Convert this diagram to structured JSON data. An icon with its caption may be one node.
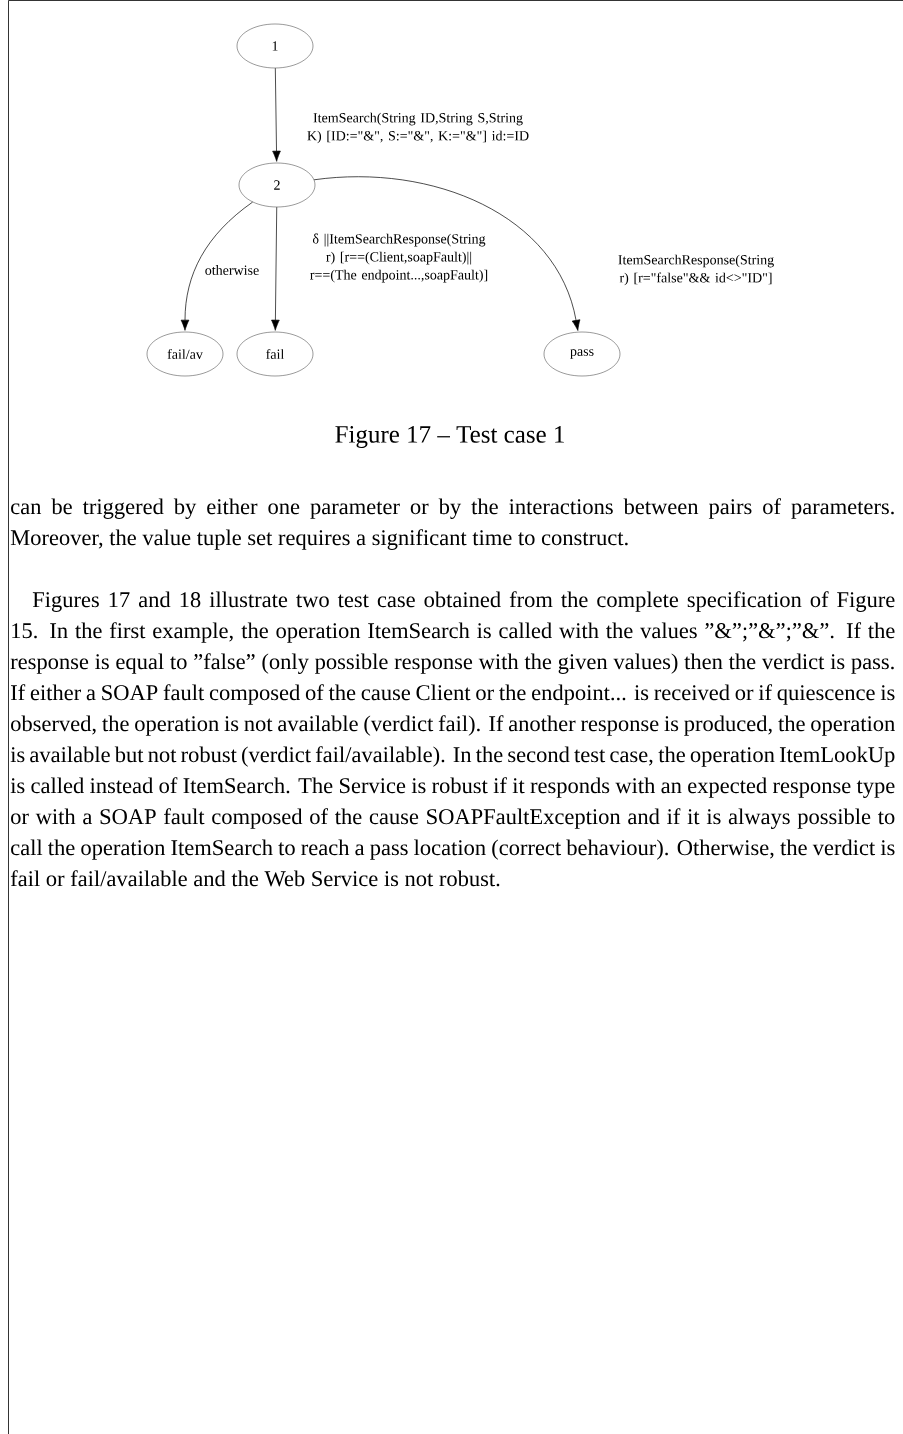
{
  "diagram": {
    "caption": "Figure 17 – Test case 1",
    "nodes": [
      {
        "text": [
          "1"
        ]
      },
      {
        "text": [
          "2"
        ]
      },
      {
        "text": [
          "fail/av"
        ]
      },
      {
        "text": [
          "fail"
        ]
      },
      {
        "text": [
          "pass"
        ]
      }
    ],
    "edges": [
      {
        "from": 0,
        "to": 1,
        "arrow": "to",
        "label": "ItemSearch(String ID,String S,String K) [ID:=\"&\", S:=\"&\", K:=\"&\"] id:=ID"
      },
      {
        "from": 1,
        "to": 2,
        "arrow": "to",
        "label": "otherwise"
      },
      {
        "from": 1,
        "to": 3,
        "arrow": "to",
        "label": "δ ||ItemSearchResponse(String r) [r==(Client,soapFault)|| r==(The endpoint...,soapFault)]"
      },
      {
        "from": 1,
        "to": 4,
        "arrow": "to",
        "label": "ItemSearchResponse(String r) [r=\"false\"&& id<>\"ID\"]"
      }
    ],
    "labels": [
      "can be triggered by either one parameter or by the interactions between pairs of parameters. Moreover, the value tuple set requires a significant time to construct.",
      "Figures 17 and 18 illustrate two test case obtained from the complete specification of Figure 15. In the first example, the operation ItemSearch is called with the values ”&”;”&”;”&”. If the response is equal to ”false” (only possible response with the given values) then the verdict is pass. If either a SOAP fault composed of the cause Client or the endpoint... is received or if quiescence is observed, the operation is not available (verdict fail). If another response is produced, the operation is available but not robust (verdict fail/available). In the second test case, the operation ItemLookUp is called instead of ItemSearch. The Service is robust if it responds with an expected response type or with a SOAP fault composed of the cause SOAPFaultException and if it is always possible to call the operation ItemSearch to reach a pass location (correct behaviour). Otherwise, the verdict is fail or fail/available and the Web Service is not robust."
    ]
  }
}
